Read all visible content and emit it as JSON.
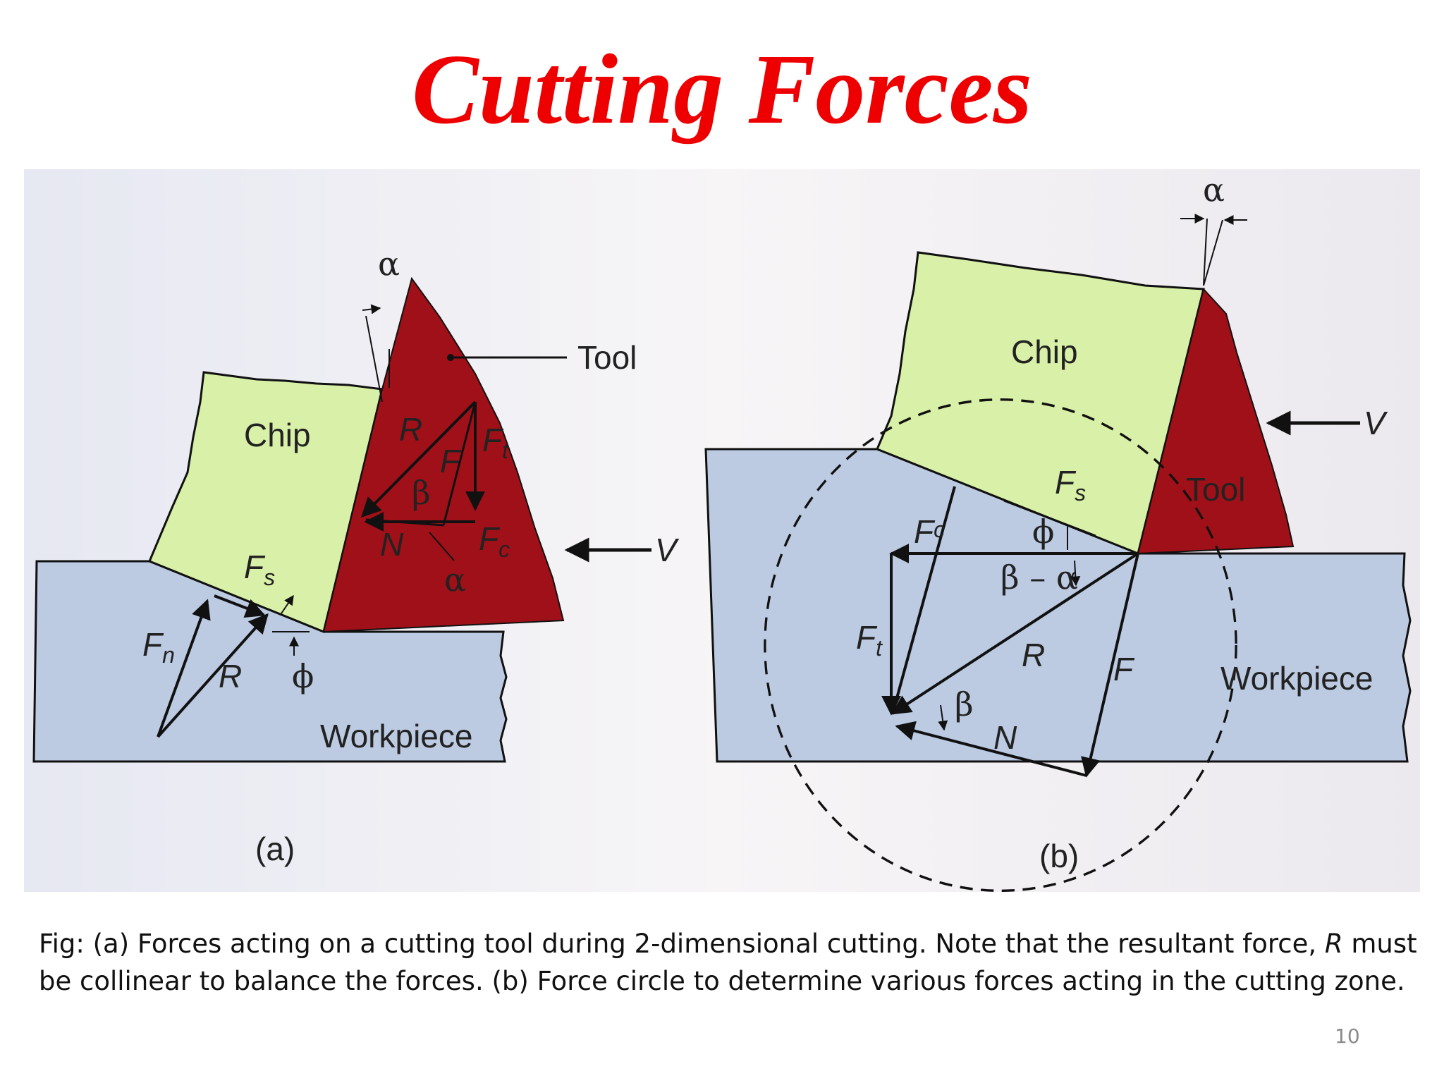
{
  "slide": {
    "title": "Cutting Forces",
    "page_number": "10",
    "caption": {
      "part1": "Fig: (a) Forces acting on a cutting tool during 2-dimensional cutting. Note that the resultant force, ",
      "r_symbol": "R",
      "part2": " must be collinear to balance the forces.  (b) Force circle to determine various forces acting in the cutting zone."
    }
  },
  "figure_a": {
    "panel_label": "(a)",
    "chip": "Chip",
    "tool": "Tool",
    "workpiece": "Workpiece",
    "alpha": "α",
    "beta": "β",
    "phi": "ϕ",
    "R": "R",
    "F": "F",
    "N": "N",
    "V": "V",
    "Fs": {
      "base": "F",
      "sub": "s"
    },
    "Fn": {
      "base": "F",
      "sub": "n"
    },
    "Ft": {
      "base": "F",
      "sub": "t"
    },
    "Fc": {
      "base": "F",
      "sub": "c"
    }
  },
  "figure_b": {
    "panel_label": "(b)",
    "chip": "Chip",
    "tool": "Tool",
    "workpiece": "Workpiece",
    "alpha": "α",
    "beta": "β",
    "phi": "ϕ",
    "beta_minus_alpha": "β – α",
    "R": "R",
    "F": "F",
    "N": "N",
    "V": "V",
    "Fs": {
      "base": "F",
      "sub": "s"
    },
    "Fc": {
      "base": "F",
      "sub": "c"
    },
    "Ft": {
      "base": "F",
      "sub": "t"
    }
  },
  "colors": {
    "title": "#ee0000",
    "chip": "#d9f0a8",
    "tool": "#a01018",
    "workpiece": "#bccbe2"
  }
}
